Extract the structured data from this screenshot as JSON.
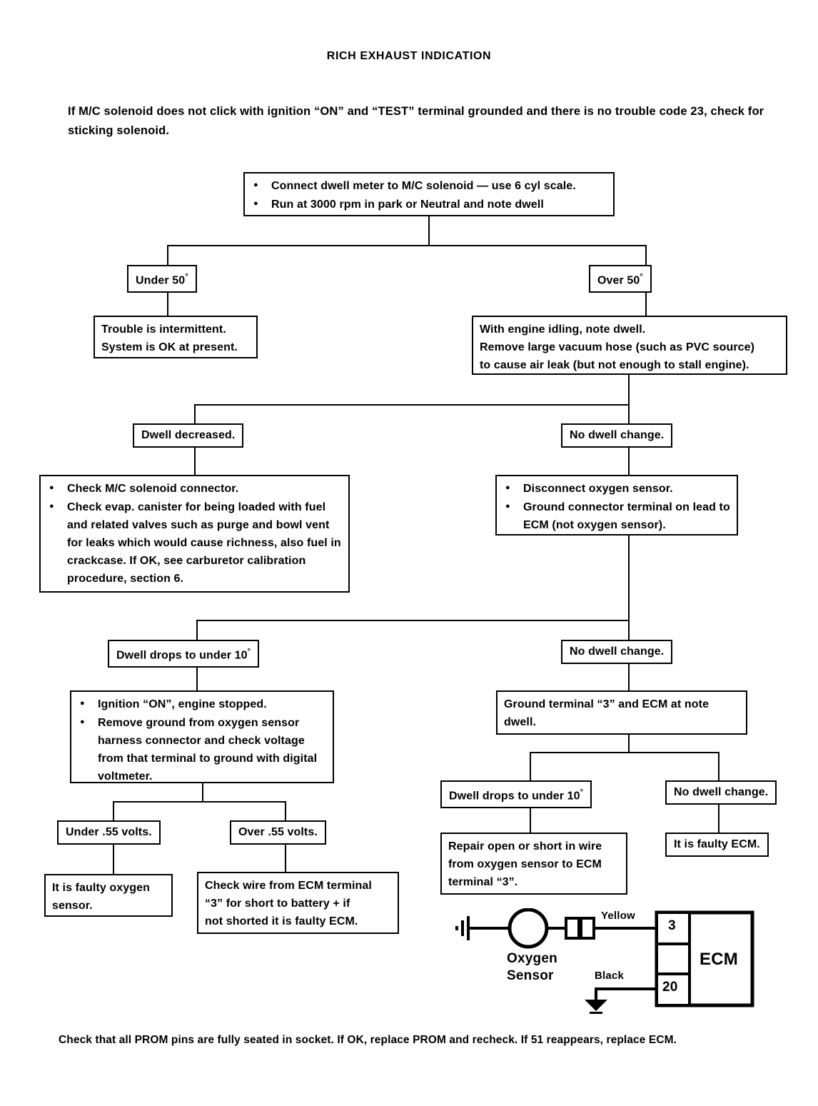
{
  "document": {
    "title": "RICH EXHAUST INDICATION",
    "intro": "If M/C solenoid does not click with ignition “ON” and “TEST” terminal grounded and there is no trouble code 23, check for sticking solenoid.",
    "footer": "Check that all PROM pins are fully seated in socket.  If OK, replace PROM and recheck.  If 51 reappears, replace ECM."
  },
  "flowchart": {
    "start": {
      "bullets": [
        "Connect dwell meter to M/C solenoid — use 6 cyl scale.",
        "Run at 3000 rpm in park or Neutral and note dwell"
      ]
    },
    "branch_under_50": {
      "label": "Under 50",
      "degree": "°"
    },
    "branch_over_50": {
      "label": "Over 50",
      "degree": "°"
    },
    "intermittent": {
      "lines": [
        "Trouble is intermittent.",
        "System is OK at present."
      ]
    },
    "engine_idling": {
      "lines": [
        "With engine idling, note dwell.",
        "Remove large vacuum hose (such as PVC source)",
        "to cause air leak (but not enough to stall engine)."
      ]
    },
    "dwell_decreased": {
      "label": "Dwell decreased."
    },
    "no_dwell_change_1": {
      "label": "No dwell change."
    },
    "check_mc_solenoid": {
      "bullets": [
        "Check M/C solenoid connector.",
        "Check evap. canister for being loaded with fuel and related valves such as purge and bowl vent for leaks which would cause richness, also fuel in crackcase.  If OK, see carburetor calibration procedure, section 6."
      ]
    },
    "disconnect_oxygen": {
      "bullets": [
        "Disconnect oxygen sensor.",
        "Ground connector terminal on lead to ECM (not oxygen sensor)."
      ]
    },
    "dwell_drops_under_10_left": {
      "label": "Dwell drops to under 10",
      "degree": "°"
    },
    "no_dwell_change_2": {
      "label": "No dwell change."
    },
    "ignition_on": {
      "bullets": [
        "Ignition “ON”, engine stopped.",
        "Remove ground from oxygen sensor harness connector and check voltage from that terminal to ground with digital voltmeter."
      ]
    },
    "ground_terminal_3": {
      "lines": [
        "Ground terminal “3” and ECM at note",
        "dwell."
      ]
    },
    "dwell_drops_under_10_right": {
      "label": "Dwell drops to under 10",
      "degree": "°"
    },
    "no_dwell_change_3": {
      "label": "No dwell change."
    },
    "under_55_volts": {
      "label": "Under .55 volts."
    },
    "over_55_volts": {
      "label": "Over .55 volts."
    },
    "faulty_oxygen_sensor": {
      "lines": [
        "It is faulty oxygen",
        "sensor."
      ]
    },
    "check_wire_ecm": {
      "lines": [
        "Check wire from ECM terminal",
        "“3” for short to battery + if",
        "not shorted it is faulty ECM."
      ]
    },
    "repair_open_short": {
      "lines": [
        "Repair open or short in wire",
        "from oxygen sensor to ECM",
        "terminal “3”."
      ]
    },
    "faulty_ecm": {
      "label": "It is faulty ECM."
    }
  },
  "schematic": {
    "oxygen_sensor_label_line1": "Oxygen",
    "oxygen_sensor_label_line2": "Sensor",
    "yellow_wire_label": "Yellow",
    "black_wire_label": "Black",
    "terminal_3": "3",
    "terminal_20": "20",
    "ecm_label": "ECM"
  },
  "colors": {
    "ink": "#000000",
    "paper": "#ffffff"
  }
}
